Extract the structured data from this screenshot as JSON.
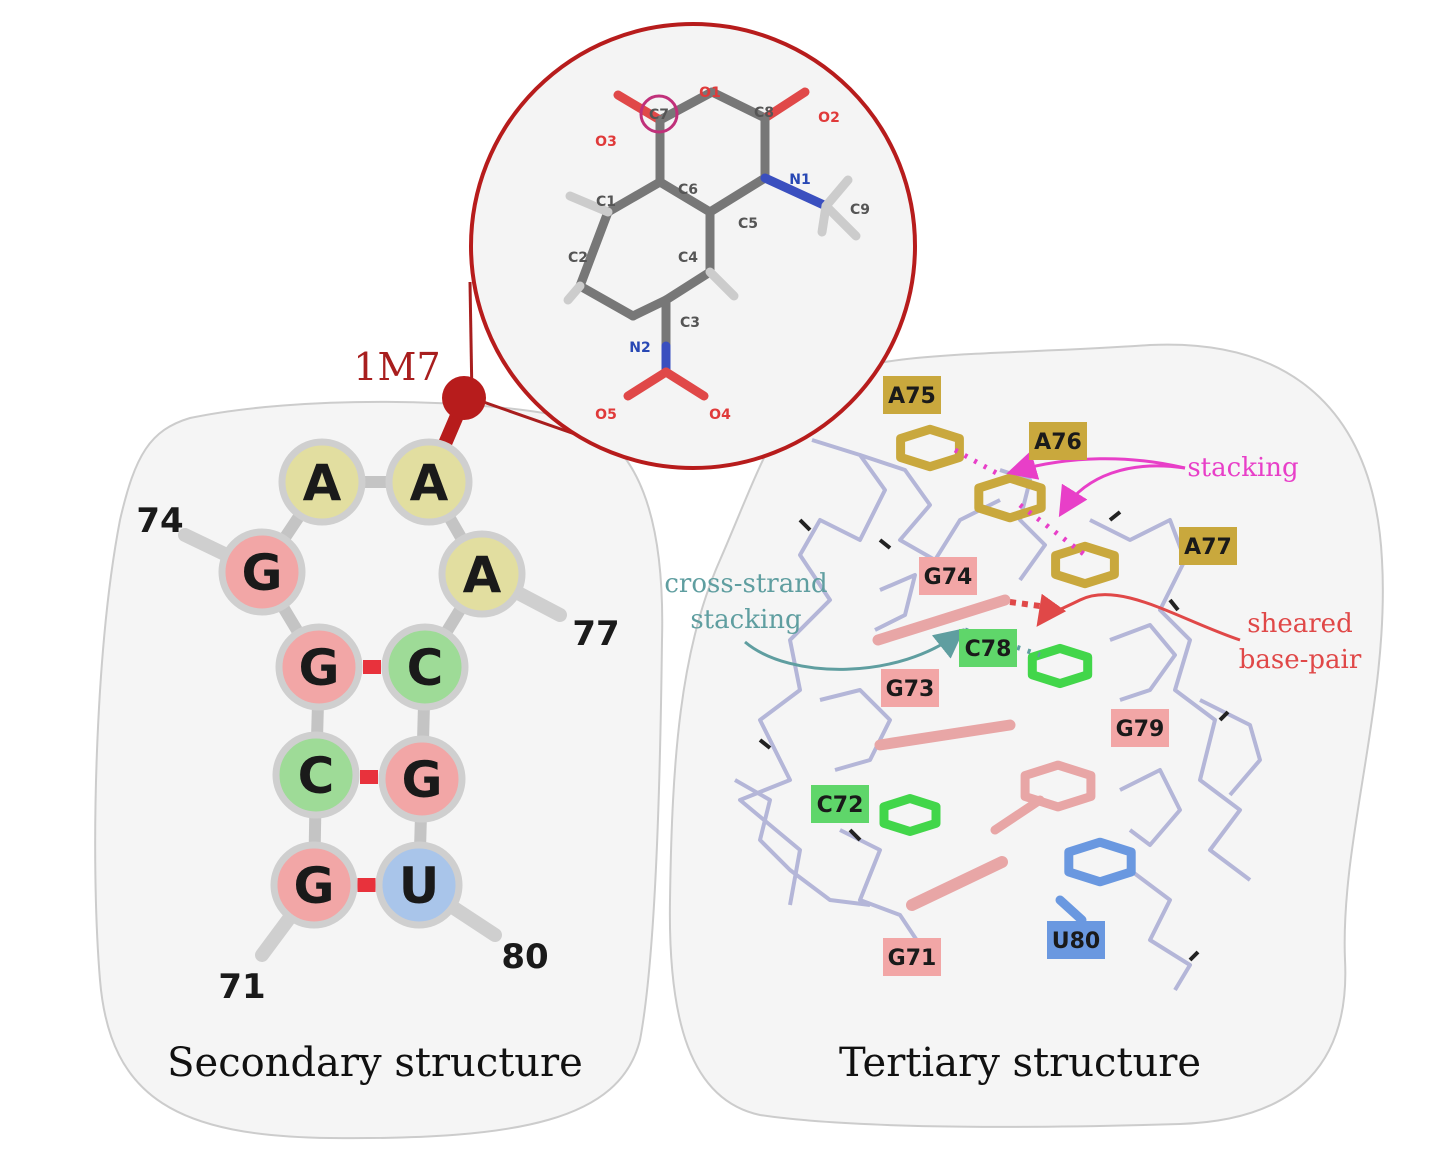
{
  "probe": {
    "name": "1M7",
    "atoms": [
      {
        "id": "C7",
        "label": "C7",
        "color": "#555555",
        "circled": true
      },
      {
        "id": "O1",
        "label": "O1",
        "color": "#e03a3a"
      },
      {
        "id": "C8",
        "label": "C8",
        "color": "#555555"
      },
      {
        "id": "O3",
        "label": "O3",
        "color": "#e03a3a"
      },
      {
        "id": "O2",
        "label": "O2",
        "color": "#e03a3a"
      },
      {
        "id": "N1",
        "label": "N1",
        "color": "#2848b4"
      },
      {
        "id": "C6",
        "label": "C6",
        "color": "#555555"
      },
      {
        "id": "C1",
        "label": "C1",
        "color": "#555555"
      },
      {
        "id": "C9",
        "label": "C9",
        "color": "#555555"
      },
      {
        "id": "C5",
        "label": "C5",
        "color": "#555555"
      },
      {
        "id": "C2",
        "label": "C2",
        "color": "#555555"
      },
      {
        "id": "C4",
        "label": "C4",
        "color": "#555555"
      },
      {
        "id": "C3",
        "label": "C3",
        "color": "#555555"
      },
      {
        "id": "N2",
        "label": "N2",
        "color": "#2848b4"
      },
      {
        "id": "O5",
        "label": "O5",
        "color": "#e03a3a"
      },
      {
        "id": "O4",
        "label": "O4",
        "color": "#e03a3a"
      }
    ]
  },
  "secondary": {
    "caption": "Secondary structure",
    "nucleotides": [
      {
        "base": "G",
        "num": 71,
        "color": "#f2a6a6"
      },
      {
        "base": "C",
        "num": 72,
        "color": "#9edb97"
      },
      {
        "base": "G",
        "num": 73,
        "color": "#f2a6a6"
      },
      {
        "base": "G",
        "num": 74,
        "color": "#f2a6a6"
      },
      {
        "base": "A",
        "num": 75,
        "color": "#e2dea0"
      },
      {
        "base": "A",
        "num": 76,
        "color": "#e2dea0"
      },
      {
        "base": "A",
        "num": 77,
        "color": "#e2dea0"
      },
      {
        "base": "C",
        "num": 78,
        "color": "#9edb97"
      },
      {
        "base": "G",
        "num": 79,
        "color": "#f2a6a6"
      },
      {
        "base": "U",
        "num": 80,
        "color": "#a9c5ea"
      }
    ],
    "end_labels": [
      "74",
      "77",
      "71",
      "80"
    ]
  },
  "tertiary": {
    "caption": "Tertiary structure",
    "labels": [
      {
        "text": "A75",
        "bg": "#c9a83d"
      },
      {
        "text": "A76",
        "bg": "#c9a83d"
      },
      {
        "text": "A77",
        "bg": "#c9a83d"
      },
      {
        "text": "G74",
        "bg": "#f2a6a6"
      },
      {
        "text": "C78",
        "bg": "#5fd66a"
      },
      {
        "text": "G73",
        "bg": "#f2a6a6"
      },
      {
        "text": "G79",
        "bg": "#f2a6a6"
      },
      {
        "text": "C72",
        "bg": "#5fd66a"
      },
      {
        "text": "U80",
        "bg": "#6a98e0"
      },
      {
        "text": "G71",
        "bg": "#f2a6a6"
      }
    ],
    "annotations": {
      "stacking": "stacking",
      "cross_line1": "cross-strand",
      "cross_line2": "stacking",
      "sheared_line1": "sheared",
      "sheared_line2": "base-pair"
    },
    "colors": {
      "stacking": "#e83fc8",
      "cross": "#5f9ea0",
      "sheared": "#e04848"
    }
  }
}
